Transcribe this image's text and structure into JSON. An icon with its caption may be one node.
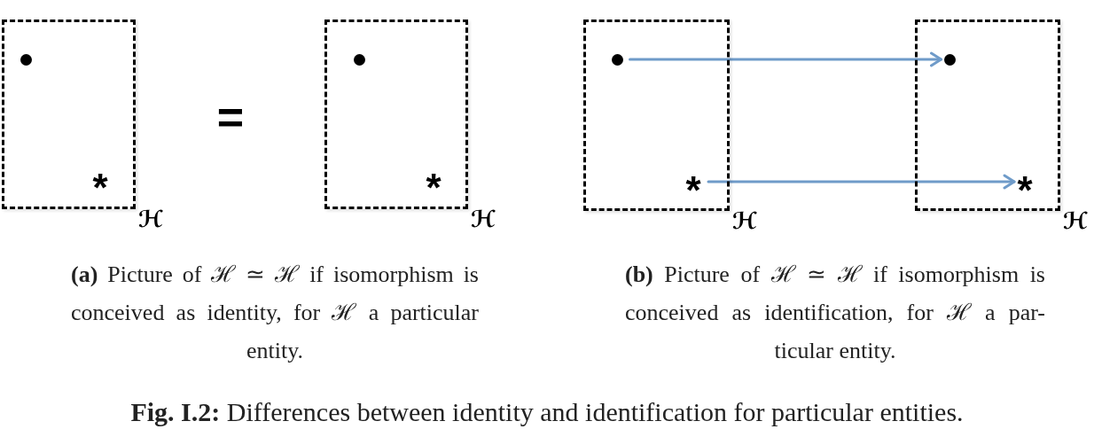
{
  "diagram": {
    "caption": "**Fig. I.2:** Differences between identity and identification for particular entities.",
    "nodes": [
      {
        "text": [],
        "shape": "box",
        "beside": [
          "ℋ"
        ]
      },
      {
        "text": [],
        "shape": "circle",
        "in": 0
      },
      {
        "text": [
          "*"
        ],
        "in": 0
      },
      {
        "text": [],
        "shape": "box",
        "beside": [
          "ℋ"
        ]
      },
      {
        "text": [],
        "shape": "circle",
        "in": 3
      },
      {
        "text": [
          "*"
        ],
        "in": 3
      },
      {
        "text": [],
        "shape": "box",
        "beside": [
          "ℋ"
        ]
      },
      {
        "text": [],
        "shape": "circle",
        "in": 6
      },
      {
        "text": [
          "*"
        ],
        "in": 6
      },
      {
        "text": [],
        "shape": "box",
        "beside": [
          "ℋ"
        ]
      },
      {
        "text": [],
        "shape": "circle",
        "in": 9
      },
      {
        "text": [
          "*"
        ],
        "in": 9
      }
    ],
    "edges": [
      {
        "from": 7,
        "to": 10,
        "arrow": "to"
      },
      {
        "from": 8,
        "to": 11,
        "arrow": "to"
      }
    ],
    "labels": [
      "=",
      "**(a)** Picture of ℋ ≃ ℋ if isomorphism is conceived as identity, for ℋ a particular entity.",
      "**(b)** Picture of ℋ ≃ ℋ if isomorphism is conceived as identification, for ℋ a par- ticular entity."
    ]
  }
}
